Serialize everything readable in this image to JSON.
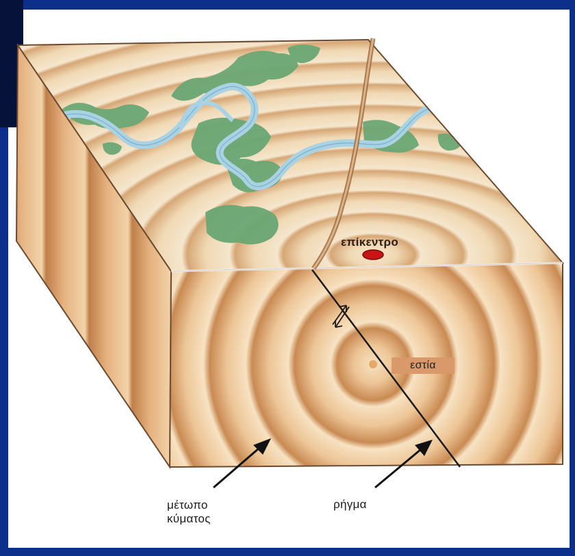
{
  "labels": {
    "epicenter": "επίκεντρο",
    "focus": "εστία",
    "wavefront_line1": "μέτωπο",
    "wavefront_line2": "κύματος",
    "fault": "ρήγμα"
  },
  "colors": {
    "frame": "#0b2f8a",
    "frame_dark": "#06123a",
    "ring_light": "#f7e3c4",
    "ring_dark": "#c98b55",
    "river": "#a9d3e4",
    "vegetation": "#6aa774",
    "epicenter_marker": "#c81414",
    "fault_line": "#1a1a1a"
  }
}
